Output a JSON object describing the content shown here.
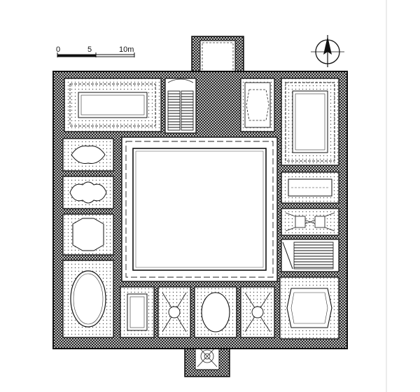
{
  "scale_bar": {
    "labels": [
      "0",
      "5",
      "10m"
    ]
  },
  "colors": {
    "ink": "#111111",
    "paper": "#ffffff",
    "wall_hatch": "#222222"
  },
  "icons": {
    "north_arrow": "north-arrow-icon"
  }
}
